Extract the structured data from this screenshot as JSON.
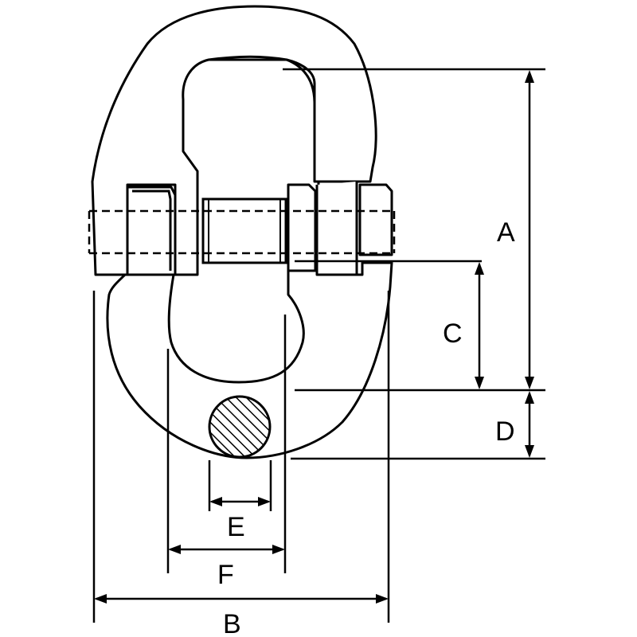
{
  "diagram": {
    "labels": {
      "A": "A",
      "B": "B",
      "C": "C",
      "D": "D",
      "E": "E",
      "F": "F"
    },
    "colors": {
      "ink": "#000000",
      "paper": "#ffffff"
    }
  }
}
